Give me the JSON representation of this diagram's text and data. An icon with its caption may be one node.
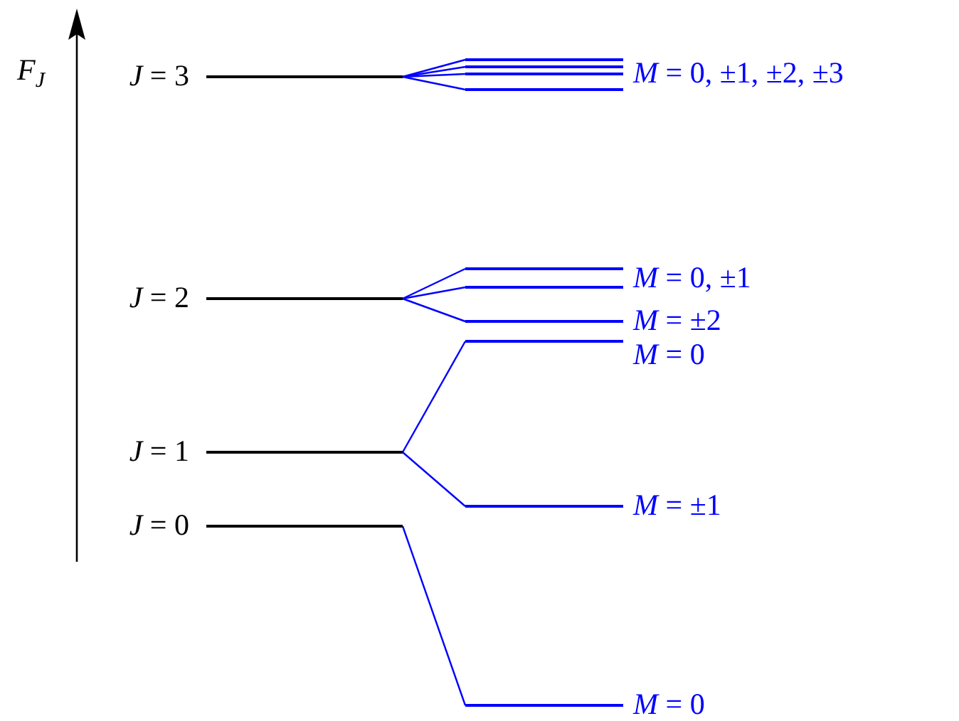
{
  "diagram": {
    "nodes": [
      {
        "text": [
          "*J* = 3"
        ]
      },
      {
        "text": [],
        "shape": "bar"
      },
      {
        "text": [],
        "shape": "bar"
      },
      {
        "text": [
          "*M* = 0, ±1, ±2, ±3"
        ]
      },
      {
        "text": [],
        "shape": "bar"
      },
      {
        "text": [
          "*J* = 2"
        ]
      },
      {
        "text": [
          "*M* = 0, ±1"
        ]
      },
      {
        "text": [],
        "shape": "bar"
      },
      {
        "text": [
          "*M* = ±2"
        ]
      },
      {
        "text": [
          "*J* = 1"
        ]
      },
      {
        "text": [
          "*M* = 0"
        ]
      },
      {
        "text": [
          "*M* = ±1"
        ]
      },
      {
        "text": [
          "*J* = 0"
        ]
      },
      {
        "text": [
          "*M* = 0"
        ]
      }
    ],
    "edges": [
      {
        "from": 0,
        "to": 1,
        "arrow": "none"
      },
      {
        "from": 0,
        "to": 2,
        "arrow": "none"
      },
      {
        "from": 0,
        "to": 3,
        "arrow": "none"
      },
      {
        "from": 0,
        "to": 4,
        "arrow": "none"
      },
      {
        "from": 5,
        "to": 6,
        "arrow": "none"
      },
      {
        "from": 5,
        "to": 7,
        "arrow": "none"
      },
      {
        "from": 5,
        "to": 8,
        "arrow": "none"
      },
      {
        "from": 9,
        "to": 10,
        "arrow": "none"
      },
      {
        "from": 9,
        "to": 11,
        "arrow": "none"
      },
      {
        "from": 12,
        "to": 13,
        "arrow": "none"
      }
    ],
    "labels": [
      "*F*$_{J}$"
    ]
  }
}
